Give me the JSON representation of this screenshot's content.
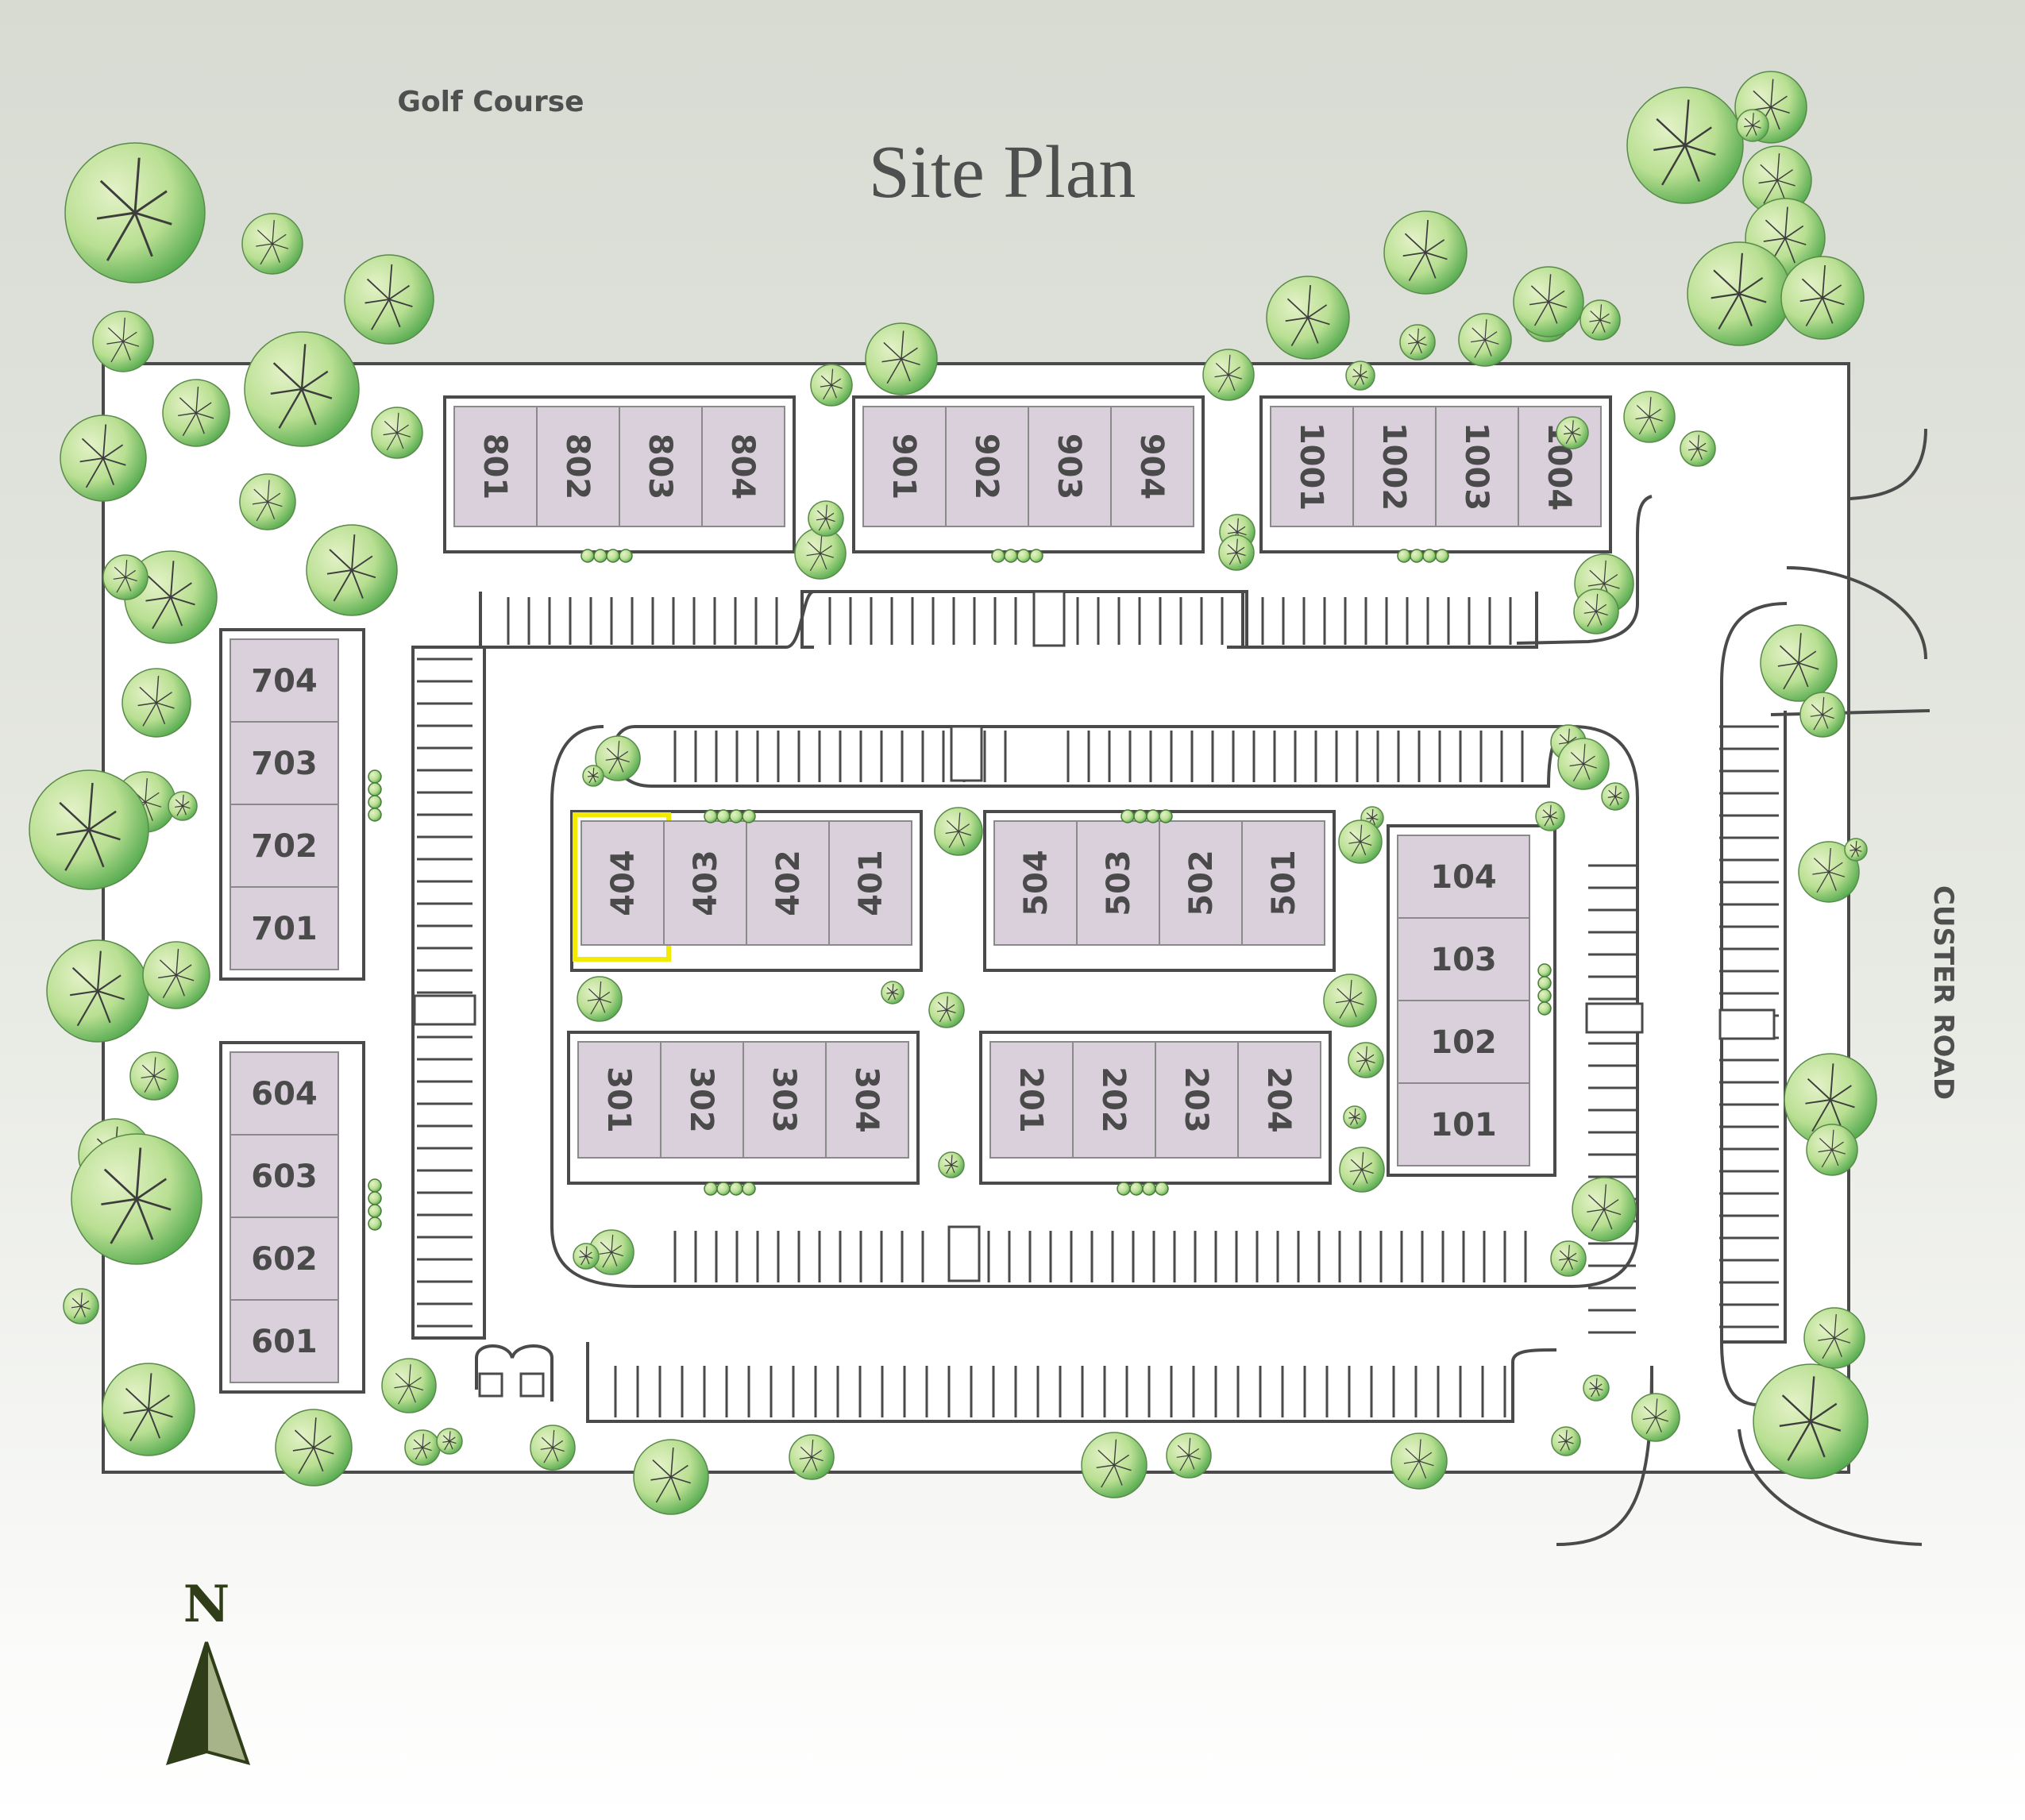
{
  "header": {
    "title": "Site Plan",
    "golf_label": "Golf Course",
    "road_label": "CUSTER ROAD",
    "north_label": "N"
  },
  "colors": {
    "background_top": "#d7dbd2",
    "background_bottom": "#ffffff",
    "lot": "#ffffff",
    "unit_fill": "#d9d0db",
    "tree_light": "#d9edb6",
    "tree_dark": "#4ea84a",
    "highlight": "#f2ea00",
    "arrow_dark": "#2f3e18",
    "arrow_light": "#a7b48a"
  },
  "selected_unit": "404",
  "buildings": [
    {
      "id": "800",
      "units": [
        "801",
        "802",
        "803",
        "804"
      ],
      "orientation": "vertical-text"
    },
    {
      "id": "900",
      "units": [
        "901",
        "902",
        "903",
        "904"
      ],
      "orientation": "vertical-text"
    },
    {
      "id": "1000",
      "units": [
        "1001",
        "1002",
        "1003",
        "1004"
      ],
      "orientation": "vertical-text"
    },
    {
      "id": "700",
      "units": [
        "704",
        "703",
        "702",
        "701"
      ],
      "orientation": "horizontal-text"
    },
    {
      "id": "600",
      "units": [
        "604",
        "603",
        "602",
        "601"
      ],
      "orientation": "horizontal-text"
    },
    {
      "id": "400",
      "units": [
        "404",
        "403",
        "402",
        "401"
      ],
      "orientation": "vertical-text"
    },
    {
      "id": "500",
      "units": [
        "504",
        "503",
        "502",
        "501"
      ],
      "orientation": "vertical-text"
    },
    {
      "id": "300",
      "units": [
        "301",
        "302",
        "303",
        "304"
      ],
      "orientation": "vertical-text"
    },
    {
      "id": "200",
      "units": [
        "201",
        "202",
        "203",
        "204"
      ],
      "orientation": "vertical-text"
    },
    {
      "id": "100",
      "units": [
        "104",
        "103",
        "102",
        "101"
      ],
      "orientation": "horizontal-text"
    }
  ]
}
